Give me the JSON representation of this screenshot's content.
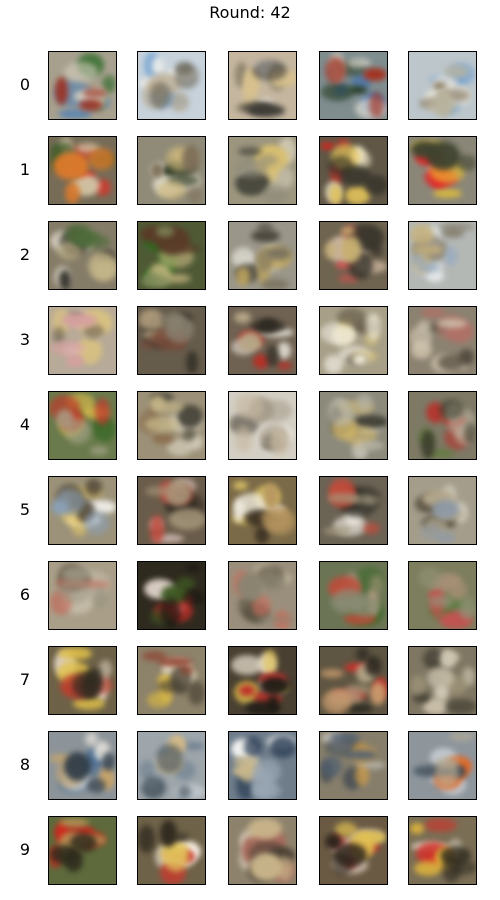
{
  "title": "Round: 42",
  "rows": [
    {
      "label": "0",
      "tiles": [
        {
          "bg": "#a7a08e",
          "blobs": [
            "#4a7fb9",
            "#2f6b2a",
            "#d7d0c1",
            "#9c2f20"
          ]
        },
        {
          "bg": "#c7d2db",
          "blobs": [
            "#6ea0d2",
            "#f2f0ea",
            "#b9a88a",
            "#6e6a5d"
          ]
        },
        {
          "bg": "#c4b69f",
          "blobs": [
            "#e9e6df",
            "#8a7f69",
            "#d8c18e",
            "#3d3b36"
          ]
        },
        {
          "bg": "#7f8d8f",
          "blobs": [
            "#3f6fb2",
            "#243a1f",
            "#e8e2d4",
            "#a33322"
          ]
        },
        {
          "bg": "#bcc6cb",
          "blobs": [
            "#7ea5d0",
            "#e7e3d8",
            "#8b7b63",
            "#b7b39d"
          ]
        }
      ]
    },
    {
      "label": "1",
      "tiles": [
        {
          "bg": "#766c57",
          "blobs": [
            "#d8342a",
            "#e9d9b8",
            "#3f5d2b",
            "#e07a2a"
          ]
        },
        {
          "bg": "#8f8b78",
          "blobs": [
            "#e5e0cf",
            "#2e3a22",
            "#d0b97c",
            "#7d6e58"
          ]
        },
        {
          "bg": "#9c967f",
          "blobs": [
            "#cfc8b4",
            "#d9c070",
            "#4b4a3f",
            "#8e8a7a"
          ]
        },
        {
          "bg": "#605747",
          "blobs": [
            "#c72a22",
            "#ebe3c6",
            "#e1c25a",
            "#2b2a22"
          ]
        },
        {
          "bg": "#8b8778",
          "blobs": [
            "#d6d0c4",
            "#e0282a",
            "#f0c830",
            "#3f432f"
          ]
        }
      ]
    },
    {
      "label": "2",
      "tiles": [
        {
          "bg": "#857c68",
          "blobs": [
            "#d8d2c4",
            "#2d2b25",
            "#c7b98b",
            "#4e6b3a"
          ]
        },
        {
          "bg": "#4f5a35",
          "blobs": [
            "#2f6b1f",
            "#cdbb85",
            "#5a3b28",
            "#7e8a5a"
          ]
        },
        {
          "bg": "#9a9689",
          "blobs": [
            "#d9d6cd",
            "#4a463c",
            "#c2a75e",
            "#7a735f"
          ]
        },
        {
          "bg": "#6e6450",
          "blobs": [
            "#d8c0a8",
            "#d85050",
            "#2a2822",
            "#c8b070"
          ]
        },
        {
          "bg": "#b4b8b5",
          "blobs": [
            "#e4e7e8",
            "#7c7260",
            "#c9b37c",
            "#8fa6c4"
          ]
        }
      ]
    },
    {
      "label": "3",
      "tiles": [
        {
          "bg": "#b7aa98",
          "blobs": [
            "#f1e2da",
            "#e3c97a",
            "#6a5f4c",
            "#d6a0a0"
          ]
        },
        {
          "bg": "#665c4c",
          "blobs": [
            "#2c2a22",
            "#b9a482",
            "#7a4b3a",
            "#8b8372"
          ]
        },
        {
          "bg": "#6f6252",
          "blobs": [
            "#c02a22",
            "#e0dbd0",
            "#2b2720",
            "#b6a787"
          ]
        },
        {
          "bg": "#a79f87",
          "blobs": [
            "#e8e3d8",
            "#d8c47a",
            "#5b5140",
            "#f0ead7"
          ]
        },
        {
          "bg": "#8c8271",
          "blobs": [
            "#c8bca6",
            "#4d4539",
            "#b27066",
            "#d4cab6"
          ]
        }
      ]
    },
    {
      "label": "4",
      "tiles": [
        {
          "bg": "#6a7a4c",
          "blobs": [
            "#3b6a2a",
            "#e5c24a",
            "#c4362a",
            "#a4a48a"
          ]
        },
        {
          "bg": "#9c9178",
          "blobs": [
            "#d8d1bf",
            "#3c3a30",
            "#8a6d4c",
            "#c7b889"
          ]
        },
        {
          "bg": "#d4cfc4",
          "blobs": [
            "#efebe4",
            "#4a4338",
            "#a49a88",
            "#c6b8a0"
          ]
        },
        {
          "bg": "#8c8a7b",
          "blobs": [
            "#d0ccc1",
            "#3b3a30",
            "#d4b86a",
            "#b6b3a4"
          ]
        },
        {
          "bg": "#7d7965",
          "blobs": [
            "#b9302a",
            "#5f7b3a",
            "#c0b6a2",
            "#3a3a2b"
          ]
        }
      ]
    },
    {
      "label": "5",
      "tiles": [
        {
          "bg": "#9b9279",
          "blobs": [
            "#f4f2ee",
            "#e0c46a",
            "#463d30",
            "#8aa0b8"
          ]
        },
        {
          "bg": "#6a5c4a",
          "blobs": [
            "#e0c8c4",
            "#2d261f",
            "#c24a3e",
            "#a99b7e"
          ]
        },
        {
          "bg": "#7b6a48",
          "blobs": [
            "#e8cf6a",
            "#f2eee2",
            "#3b3023",
            "#b89760"
          ]
        },
        {
          "bg": "#6b6354",
          "blobs": [
            "#f3eee6",
            "#2c2a22",
            "#c84a3a",
            "#a4987c"
          ]
        },
        {
          "bg": "#a49d8b",
          "blobs": [
            "#d7d2c6",
            "#5b5344",
            "#b4a88c",
            "#8f9aa6"
          ]
        }
      ]
    },
    {
      "label": "6",
      "tiles": [
        {
          "bg": "#a99f89",
          "blobs": [
            "#c9c0ad",
            "#6f6553",
            "#c46656",
            "#9a9581"
          ]
        },
        {
          "bg": "#2f2a1f",
          "blobs": [
            "#e9ddd3",
            "#c72f2a",
            "#3f5a24",
            "#161410"
          ]
        },
        {
          "bg": "#9a8f7c",
          "blobs": [
            "#c0b49b",
            "#5e5645",
            "#c87060",
            "#8a8471"
          ]
        },
        {
          "bg": "#6b7555",
          "blobs": [
            "#3f6a2c",
            "#a8977c",
            "#c44a3a",
            "#8a8c74"
          ]
        },
        {
          "bg": "#7c7e5e",
          "blobs": [
            "#4d7a32",
            "#a78f76",
            "#c75050",
            "#959378"
          ]
        }
      ]
    },
    {
      "label": "7",
      "tiles": [
        {
          "bg": "#6d6248",
          "blobs": [
            "#e5d8c8",
            "#e1c14a",
            "#c23d2e",
            "#2f2b21"
          ]
        },
        {
          "bg": "#8d826a",
          "blobs": [
            "#e6dfc6",
            "#d8b844",
            "#4a4234",
            "#8e3a2a"
          ]
        },
        {
          "bg": "#4a4032",
          "blobs": [
            "#efe5d5",
            "#e3c54e",
            "#c0302a",
            "#1f1c16"
          ]
        },
        {
          "bg": "#5e5542",
          "blobs": [
            "#d0302a",
            "#b6a98a",
            "#2a2820",
            "#c99b6e"
          ]
        },
        {
          "bg": "#7f7763",
          "blobs": [
            "#c9bfa9",
            "#3c382d",
            "#a89c7f",
            "#cfc7b3"
          ]
        }
      ]
    },
    {
      "label": "8",
      "tiles": [
        {
          "bg": "#8d9499",
          "blobs": [
            "#4b6e93",
            "#e6e3dc",
            "#c9a56a",
            "#2d3a46"
          ]
        },
        {
          "bg": "#9ea6ab",
          "blobs": [
            "#cfd6dc",
            "#6b7c8e",
            "#d2ba88",
            "#3c4a55"
          ]
        },
        {
          "bg": "#6f7d8b",
          "blobs": [
            "#f2f2f0",
            "#2d3f56",
            "#c9b88c",
            "#9aa7b4"
          ]
        },
        {
          "bg": "#867e6b",
          "blobs": [
            "#c4c2ba",
            "#37424e",
            "#d6a24a",
            "#4e5f72"
          ]
        },
        {
          "bg": "#8e969c",
          "blobs": [
            "#cbd2d8",
            "#e06a2a",
            "#3b4956",
            "#b7ad96"
          ]
        }
      ]
    },
    {
      "label": "9",
      "tiles": [
        {
          "bg": "#5e6a3c",
          "blobs": [
            "#e0191a",
            "#d2261c",
            "#b99a5a",
            "#2d2a1c"
          ]
        },
        {
          "bg": "#6e6248",
          "blobs": [
            "#f3ece0",
            "#c83a2e",
            "#e3c65a",
            "#2c261d"
          ]
        },
        {
          "bg": "#8d826c",
          "blobs": [
            "#d8cbb8",
            "#a86a5c",
            "#4a4034",
            "#c9b48a"
          ]
        },
        {
          "bg": "#6a5a44",
          "blobs": [
            "#e6d4c4",
            "#d32a28",
            "#e0c052",
            "#2b241b"
          ]
        },
        {
          "bg": "#7a6e55",
          "blobs": [
            "#e6dfd0",
            "#d3302a",
            "#e4b83a",
            "#2e2a20"
          ]
        }
      ]
    }
  ]
}
